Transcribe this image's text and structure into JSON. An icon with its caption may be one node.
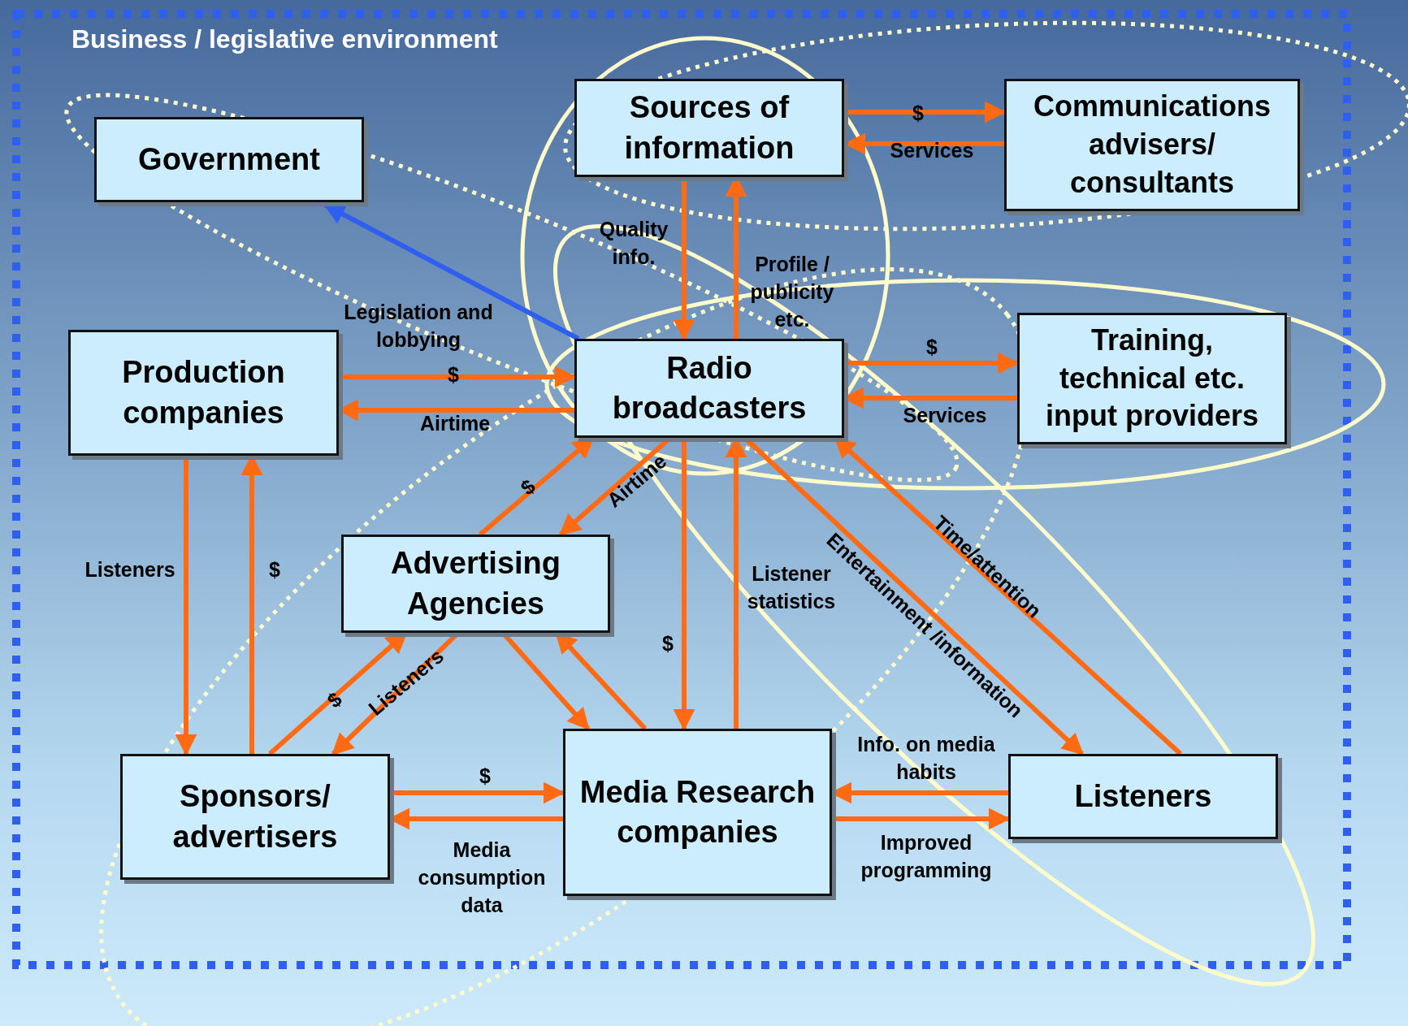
{
  "diagram": {
    "title": "Business / legislative environment",
    "nodes": [
      {
        "text": [
          "Government"
        ]
      },
      {
        "text": [
          "Sources of information"
        ]
      },
      {
        "text": [
          "Communications advisers/ consultants"
        ]
      },
      {
        "text": [
          "Production companies"
        ]
      },
      {
        "text": [
          "Radio broadcasters"
        ]
      },
      {
        "text": [
          "Training, technical etc. input providers"
        ]
      },
      {
        "text": [
          "Advertising Agencies"
        ]
      },
      {
        "text": [
          "Sponsors/ advertisers"
        ]
      },
      {
        "text": [
          "Media Research companies"
        ]
      },
      {
        "text": [
          "Listeners"
        ]
      }
    ],
    "edges": [
      {
        "from": 1,
        "to": 2,
        "arrow": "to",
        "label": "$"
      },
      {
        "from": 2,
        "to": 1,
        "arrow": "to",
        "label": "Services"
      },
      {
        "from": 1,
        "to": 4,
        "arrow": "to",
        "label": "Quality info."
      },
      {
        "from": 4,
        "to": 1,
        "arrow": "to",
        "label": "Profile / publicity etc."
      },
      {
        "from": 4,
        "to": 0,
        "arrow": "to",
        "label": "Legislation and lobbying",
        "color": "#2f5ff0"
      },
      {
        "from": 4,
        "to": 5,
        "arrow": "to",
        "label": "$"
      },
      {
        "from": 5,
        "to": 4,
        "arrow": "to",
        "label": "Services"
      },
      {
        "from": 3,
        "to": 4,
        "arrow": "to",
        "label": "$"
      },
      {
        "from": 4,
        "to": 3,
        "arrow": "to",
        "label": "Airtime"
      },
      {
        "from": 6,
        "to": 4,
        "arrow": "to",
        "label": "$"
      },
      {
        "from": 4,
        "to": 6,
        "arrow": "to",
        "label": "Airtime"
      },
      {
        "from": 4,
        "to": 8,
        "arrow": "to",
        "label": "$"
      },
      {
        "from": 8,
        "to": 4,
        "arrow": "to",
        "label": "Listener statistics"
      },
      {
        "from": 4,
        "to": 9,
        "arrow": "to",
        "label": "Entertainment /information"
      },
      {
        "from": 9,
        "to": 4,
        "arrow": "to",
        "label": "Time/attention"
      },
      {
        "from": 3,
        "to": 7,
        "arrow": "to",
        "label": "Listeners"
      },
      {
        "from": 7,
        "to": 3,
        "arrow": "to",
        "label": "$"
      },
      {
        "from": 7,
        "to": 6,
        "arrow": "to",
        "label": "$"
      },
      {
        "from": 6,
        "to": 7,
        "arrow": "to",
        "label": "Listeners"
      },
      {
        "from": 6,
        "to": 8,
        "arrow": "to"
      },
      {
        "from": 8,
        "to": 6,
        "arrow": "to"
      },
      {
        "from": 7,
        "to": 8,
        "arrow": "to",
        "label": "$"
      },
      {
        "from": 8,
        "to": 7,
        "arrow": "to",
        "label": "Media consumption data"
      },
      {
        "from": 9,
        "to": 8,
        "arrow": "to",
        "label": "Info. on media habits"
      },
      {
        "from": 8,
        "to": 9,
        "arrow": "to",
        "label": "Improved programming"
      }
    ]
  }
}
